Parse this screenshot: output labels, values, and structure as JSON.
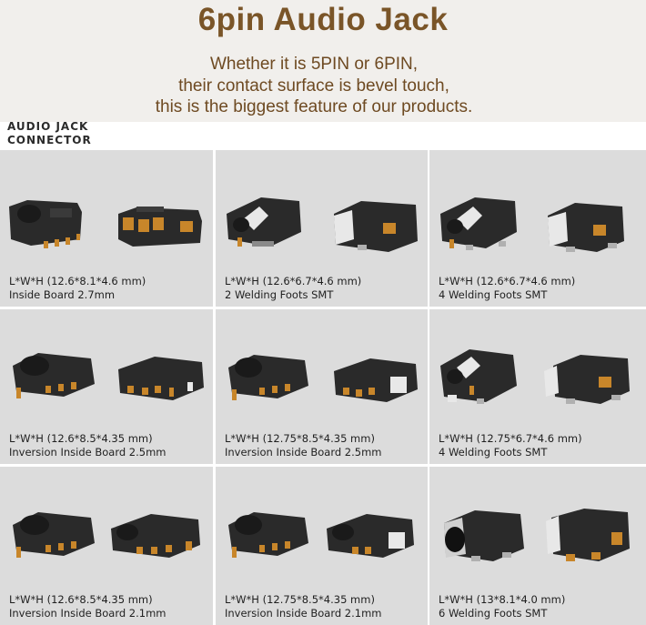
{
  "banner": {
    "title": "6pin Audio Jack",
    "line1": "Whether it is 5PIN or 6PIN,",
    "line2": "their contact surface is bevel touch,",
    "line3": "this is the biggest feature of  our products."
  },
  "section_label": {
    "line1": "AUDIO JACK",
    "line2": "CONNECTOR"
  },
  "products": [
    {
      "dims": "L*W*H (12.6*8.1*4.6 mm)",
      "desc": "Inside Board 2.7mm"
    },
    {
      "dims": "L*W*H (12.6*6.7*4.6 mm)",
      "desc": "2 Welding Foots SMT"
    },
    {
      "dims": "L*W*H (12.6*6.7*4.6 mm)",
      "desc": "4 Welding Foots SMT"
    },
    {
      "dims": "L*W*H (12.6*8.5*4.35 mm)",
      "desc": "Inversion Inside Board 2.5mm"
    },
    {
      "dims": "L*W*H (12.75*8.5*4.35 mm)",
      "desc": "Inversion Inside Board 2.5mm"
    },
    {
      "dims": "L*W*H (12.75*6.7*4.6 mm)",
      "desc": "4 Welding Foots SMT"
    },
    {
      "dims": "L*W*H (12.6*8.5*4.35 mm)",
      "desc": "Inversion Inside Board 2.1mm"
    },
    {
      "dims": "L*W*H (12.75*8.5*4.35 mm)",
      "desc": "Inversion Inside Board 2.1mm"
    },
    {
      "dims": "L*W*H (13*8.1*4.0 mm)",
      "desc": "6 Welding Foots SMT"
    }
  ],
  "colors": {
    "banner_bg": "#f1efec",
    "title": "#7a5528",
    "subtitle": "#6e4a22",
    "cell_bg": "#dcdcdc",
    "jack_body": "#2a2a2a",
    "gold_pin": "#c8862a",
    "metal": "#e8e8e8"
  }
}
